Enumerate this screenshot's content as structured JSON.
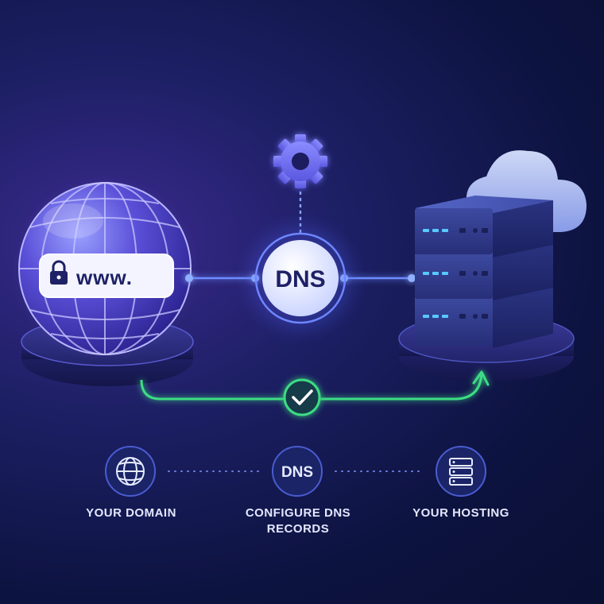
{
  "domain_card": {
    "address_text": "www."
  },
  "dns_node": {
    "label": "DNS"
  },
  "steps": [
    {
      "icon": "globe-icon",
      "label": "YOUR DOMAIN"
    },
    {
      "icon": "dns-icon",
      "icon_text": "DNS",
      "label_line1": "CONFIGURE DNS",
      "label_line2": "RECORDS"
    },
    {
      "icon": "server-icon",
      "label": "YOUR HOSTING"
    }
  ],
  "colors": {
    "accent_blue": "#4f7dff",
    "success_green": "#3ddc84",
    "node_glow": "#7a9bff"
  }
}
